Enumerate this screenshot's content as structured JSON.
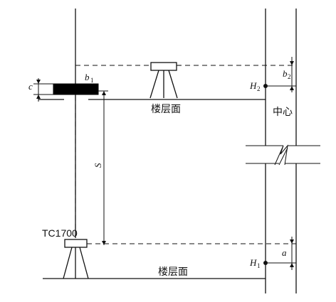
{
  "labels": {
    "b1": "b",
    "b1_sub": "1",
    "b2": "b",
    "b2_sub": "2",
    "c": "c",
    "h2": "H",
    "h2_sub": "2",
    "h1": "H",
    "h1_sub": "1",
    "s": "S",
    "a": "a",
    "floor_top": "楼层面",
    "floor_bottom": "楼层面",
    "center": "中心",
    "instrument": "TC1700"
  }
}
